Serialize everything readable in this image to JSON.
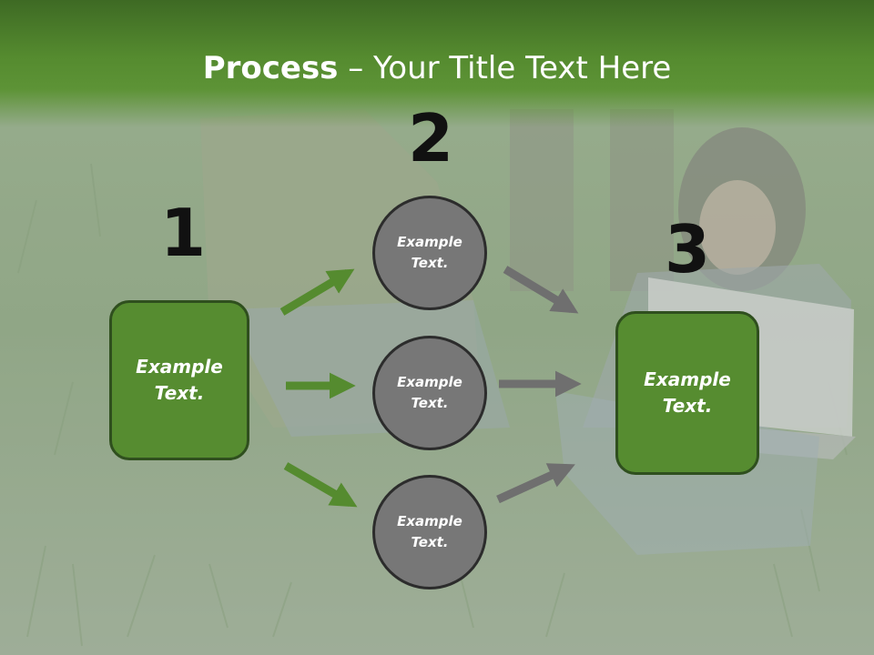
{
  "slide": {
    "title_bold": "Process",
    "title_rest": " – Your Title Text Here",
    "numbers": [
      "1",
      "2",
      "3"
    ],
    "boxes": [
      {
        "line1": "Example",
        "line2": "Text."
      },
      {
        "line1": "Example",
        "line2": "Text."
      }
    ],
    "circles": [
      {
        "line1": "Example",
        "line2": "Text."
      },
      {
        "line1": "Example",
        "line2": "Text."
      },
      {
        "line1": "Example",
        "line2": "Text."
      }
    ]
  },
  "colors": {
    "title_band": "#558b2f",
    "box_fill": "#568c30",
    "box_border": "#2f4f1e",
    "circle_fill": "#777777",
    "circle_border": "#2c2c2c",
    "green_arrow": "#558b2f",
    "gray_arrow": "#6f6f6f"
  },
  "icons": {
    "background": "photo-field-people-laptop",
    "arrows": "arrow-icon"
  }
}
